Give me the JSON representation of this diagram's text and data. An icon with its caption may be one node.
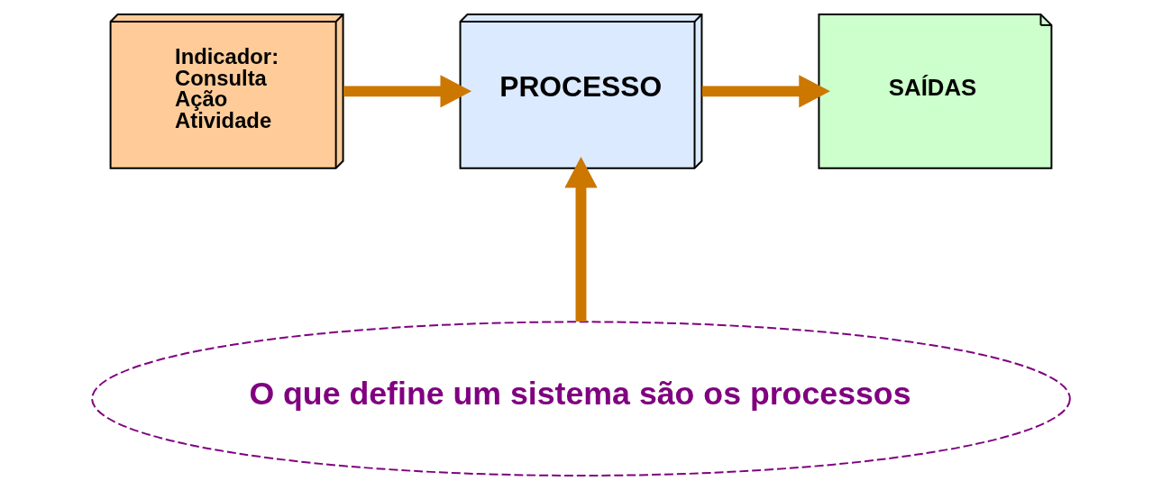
{
  "diagram": {
    "nodes": [
      {
        "text": [
          "Indicador:",
          "Consulta",
          "Ação",
          "Atividade"
        ]
      },
      {
        "text": [
          "PROCESSO"
        ]
      },
      {
        "text": [
          "SAÍDAS"
        ]
      },
      {
        "text": [
          "O que define um sistema são os processos"
        ]
      }
    ],
    "edges": [
      {
        "from": 0,
        "to": 1,
        "arrow": "to"
      },
      {
        "from": 1,
        "to": 2,
        "arrow": "to"
      },
      {
        "from": 3,
        "to": 1,
        "arrow": "to"
      }
    ]
  }
}
